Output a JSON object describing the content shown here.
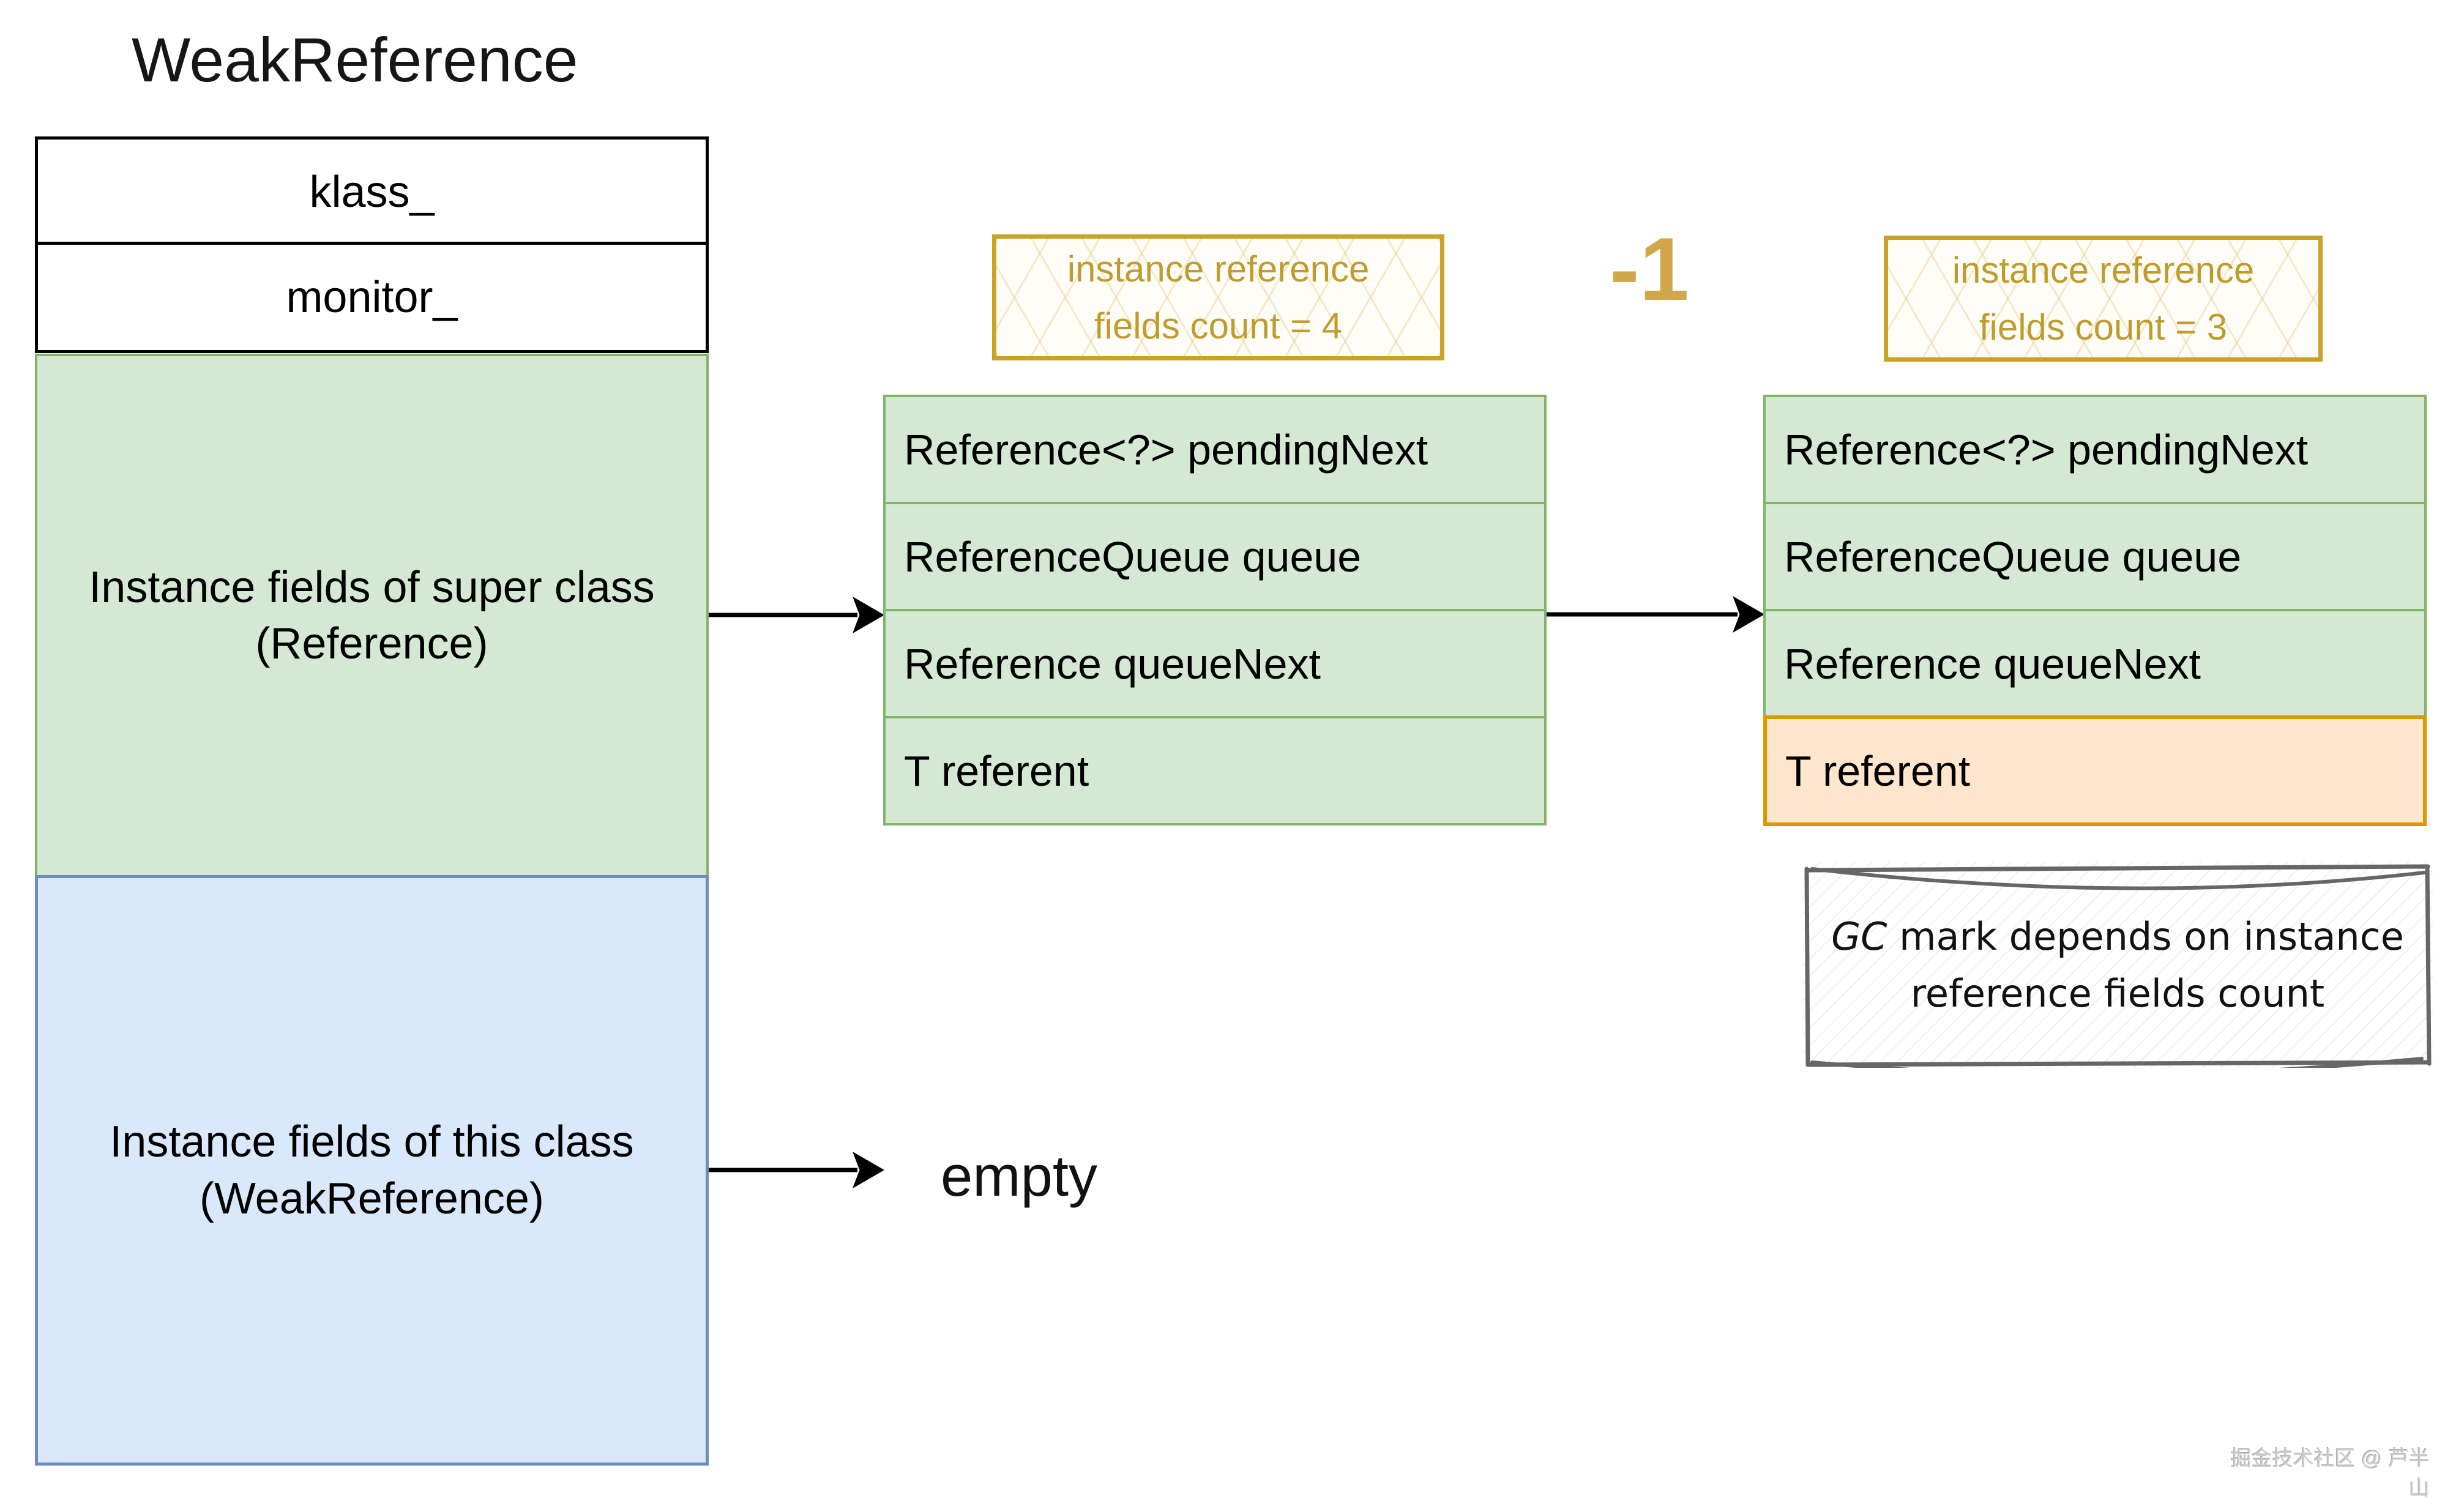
{
  "title": "WeakReference",
  "object_layout": {
    "klass_label": "klass_",
    "monitor_label": "monitor_",
    "super_fields": {
      "line1": "Instance fields of super class",
      "line2": "(Reference)"
    },
    "this_fields": {
      "line1": "Instance fields of this class",
      "line2": "(WeakReference)"
    },
    "empty_label": "empty"
  },
  "before": {
    "badge": {
      "line1": "instance reference",
      "line2": "fields count = 4"
    },
    "fields": [
      "Reference<?> pendingNext",
      "ReferenceQueue queue",
      "Reference queueNext",
      "T referent"
    ]
  },
  "delta_label": "-1",
  "after": {
    "badge": {
      "line1": "instance reference",
      "line2": "fields count = 3"
    },
    "fields": [
      "Reference<?> pendingNext",
      "ReferenceQueue queue",
      "Reference queueNext",
      "T referent"
    ],
    "highlighted_field": "T referent"
  },
  "gc_note": {
    "gc_word": "GC",
    "line1_rest": " mark depends on instance",
    "line2": "reference fields count"
  },
  "watermark": "掘金技术社区 @ 芦半山",
  "colors": {
    "green_fill": "#d5e8d4",
    "green_border": "#82b366",
    "blue_fill": "#dae8fc",
    "blue_border": "#6c8ebf",
    "orange_fill": "#ffe6cc",
    "orange_border": "#d79b00",
    "badge_gold": "#c9a227",
    "delta_gold": "#d0a74a",
    "sketch_gray": "#666666"
  }
}
